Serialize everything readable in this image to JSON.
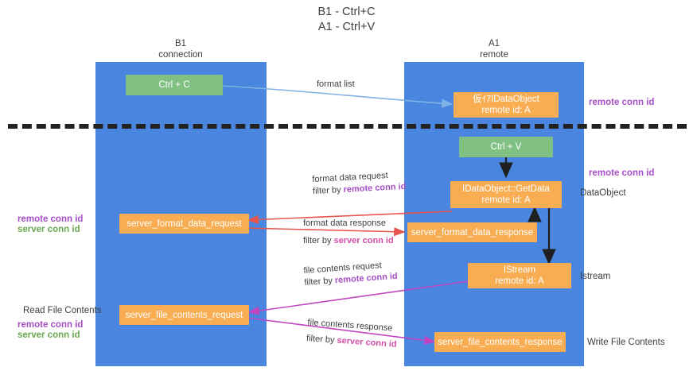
{
  "title": {
    "line1": "B1 - Ctrl+C",
    "line2": "A1 - Ctrl+V"
  },
  "lanes": [
    {
      "id": "b1",
      "name": "B1",
      "subtitle": "connection"
    },
    {
      "id": "a1",
      "name": "A1",
      "subtitle": "remote"
    }
  ],
  "nodes": {
    "ctrl_c": {
      "label": "Ctrl + C",
      "sub": ""
    },
    "idataobject": {
      "label": "仮ｲｱIDataObject",
      "sub": "remote id: A"
    },
    "ctrl_v": {
      "label": "Ctrl + V",
      "sub": ""
    },
    "getdata": {
      "label": "IDataObject::GetData",
      "sub": "remote id: A"
    },
    "server_format_data_request": {
      "label": "server_format_data_request",
      "sub": ""
    },
    "server_format_data_response": {
      "label": "server_format_data_response",
      "sub": ""
    },
    "istream": {
      "label": "IStream",
      "sub": "remote id: A"
    },
    "server_file_contents_request": {
      "label": "server_file_contents_request",
      "sub": ""
    },
    "server_file_contents_response": {
      "label": "server_file_contents_response",
      "sub": ""
    }
  },
  "edges": {
    "format_list": {
      "line1": "format list"
    },
    "format_data_request": {
      "line1": "format data request",
      "prefix": "filter by ",
      "key": "remote conn id"
    },
    "format_data_response": {
      "line1": "format data response",
      "prefix": "filter by ",
      "key": "server conn id"
    },
    "file_contents_request": {
      "line1": "file contents request",
      "prefix": "filter by ",
      "key": "remote conn id"
    },
    "file_contents_response": {
      "line1": "file contents response",
      "prefix": "filter by ",
      "key": "server conn id"
    }
  },
  "annotations": {
    "right_remote_conn_id_top": "remote conn id",
    "right_remote_conn_id_mid": "remote conn id",
    "right_dataobject": "DataObject",
    "right_istream": "Istream",
    "right_write_file_contents": "Write File Contents",
    "left_remote_conn_id_1": "remote conn id",
    "left_server_conn_id_1": "server conn id",
    "left_read_file_contents": "Read File Contents",
    "left_remote_conn_id_2": "remote conn id",
    "left_server_conn_id_2": "server conn id"
  },
  "colors": {
    "lane": "#4a86e0",
    "node_green": "#80c183",
    "node_orange": "#f8ad53",
    "remote_conn_id": "#a64ec6",
    "server_conn_id_left": "#6aa84f",
    "server_conn_id_edge": "#d44fa8",
    "arrow_blue": "#7fb2e5",
    "arrow_red": "#e8554e",
    "arrow_magenta": "#c045c0",
    "arrow_dark": "#1f1f1f",
    "separator": "#222222"
  }
}
